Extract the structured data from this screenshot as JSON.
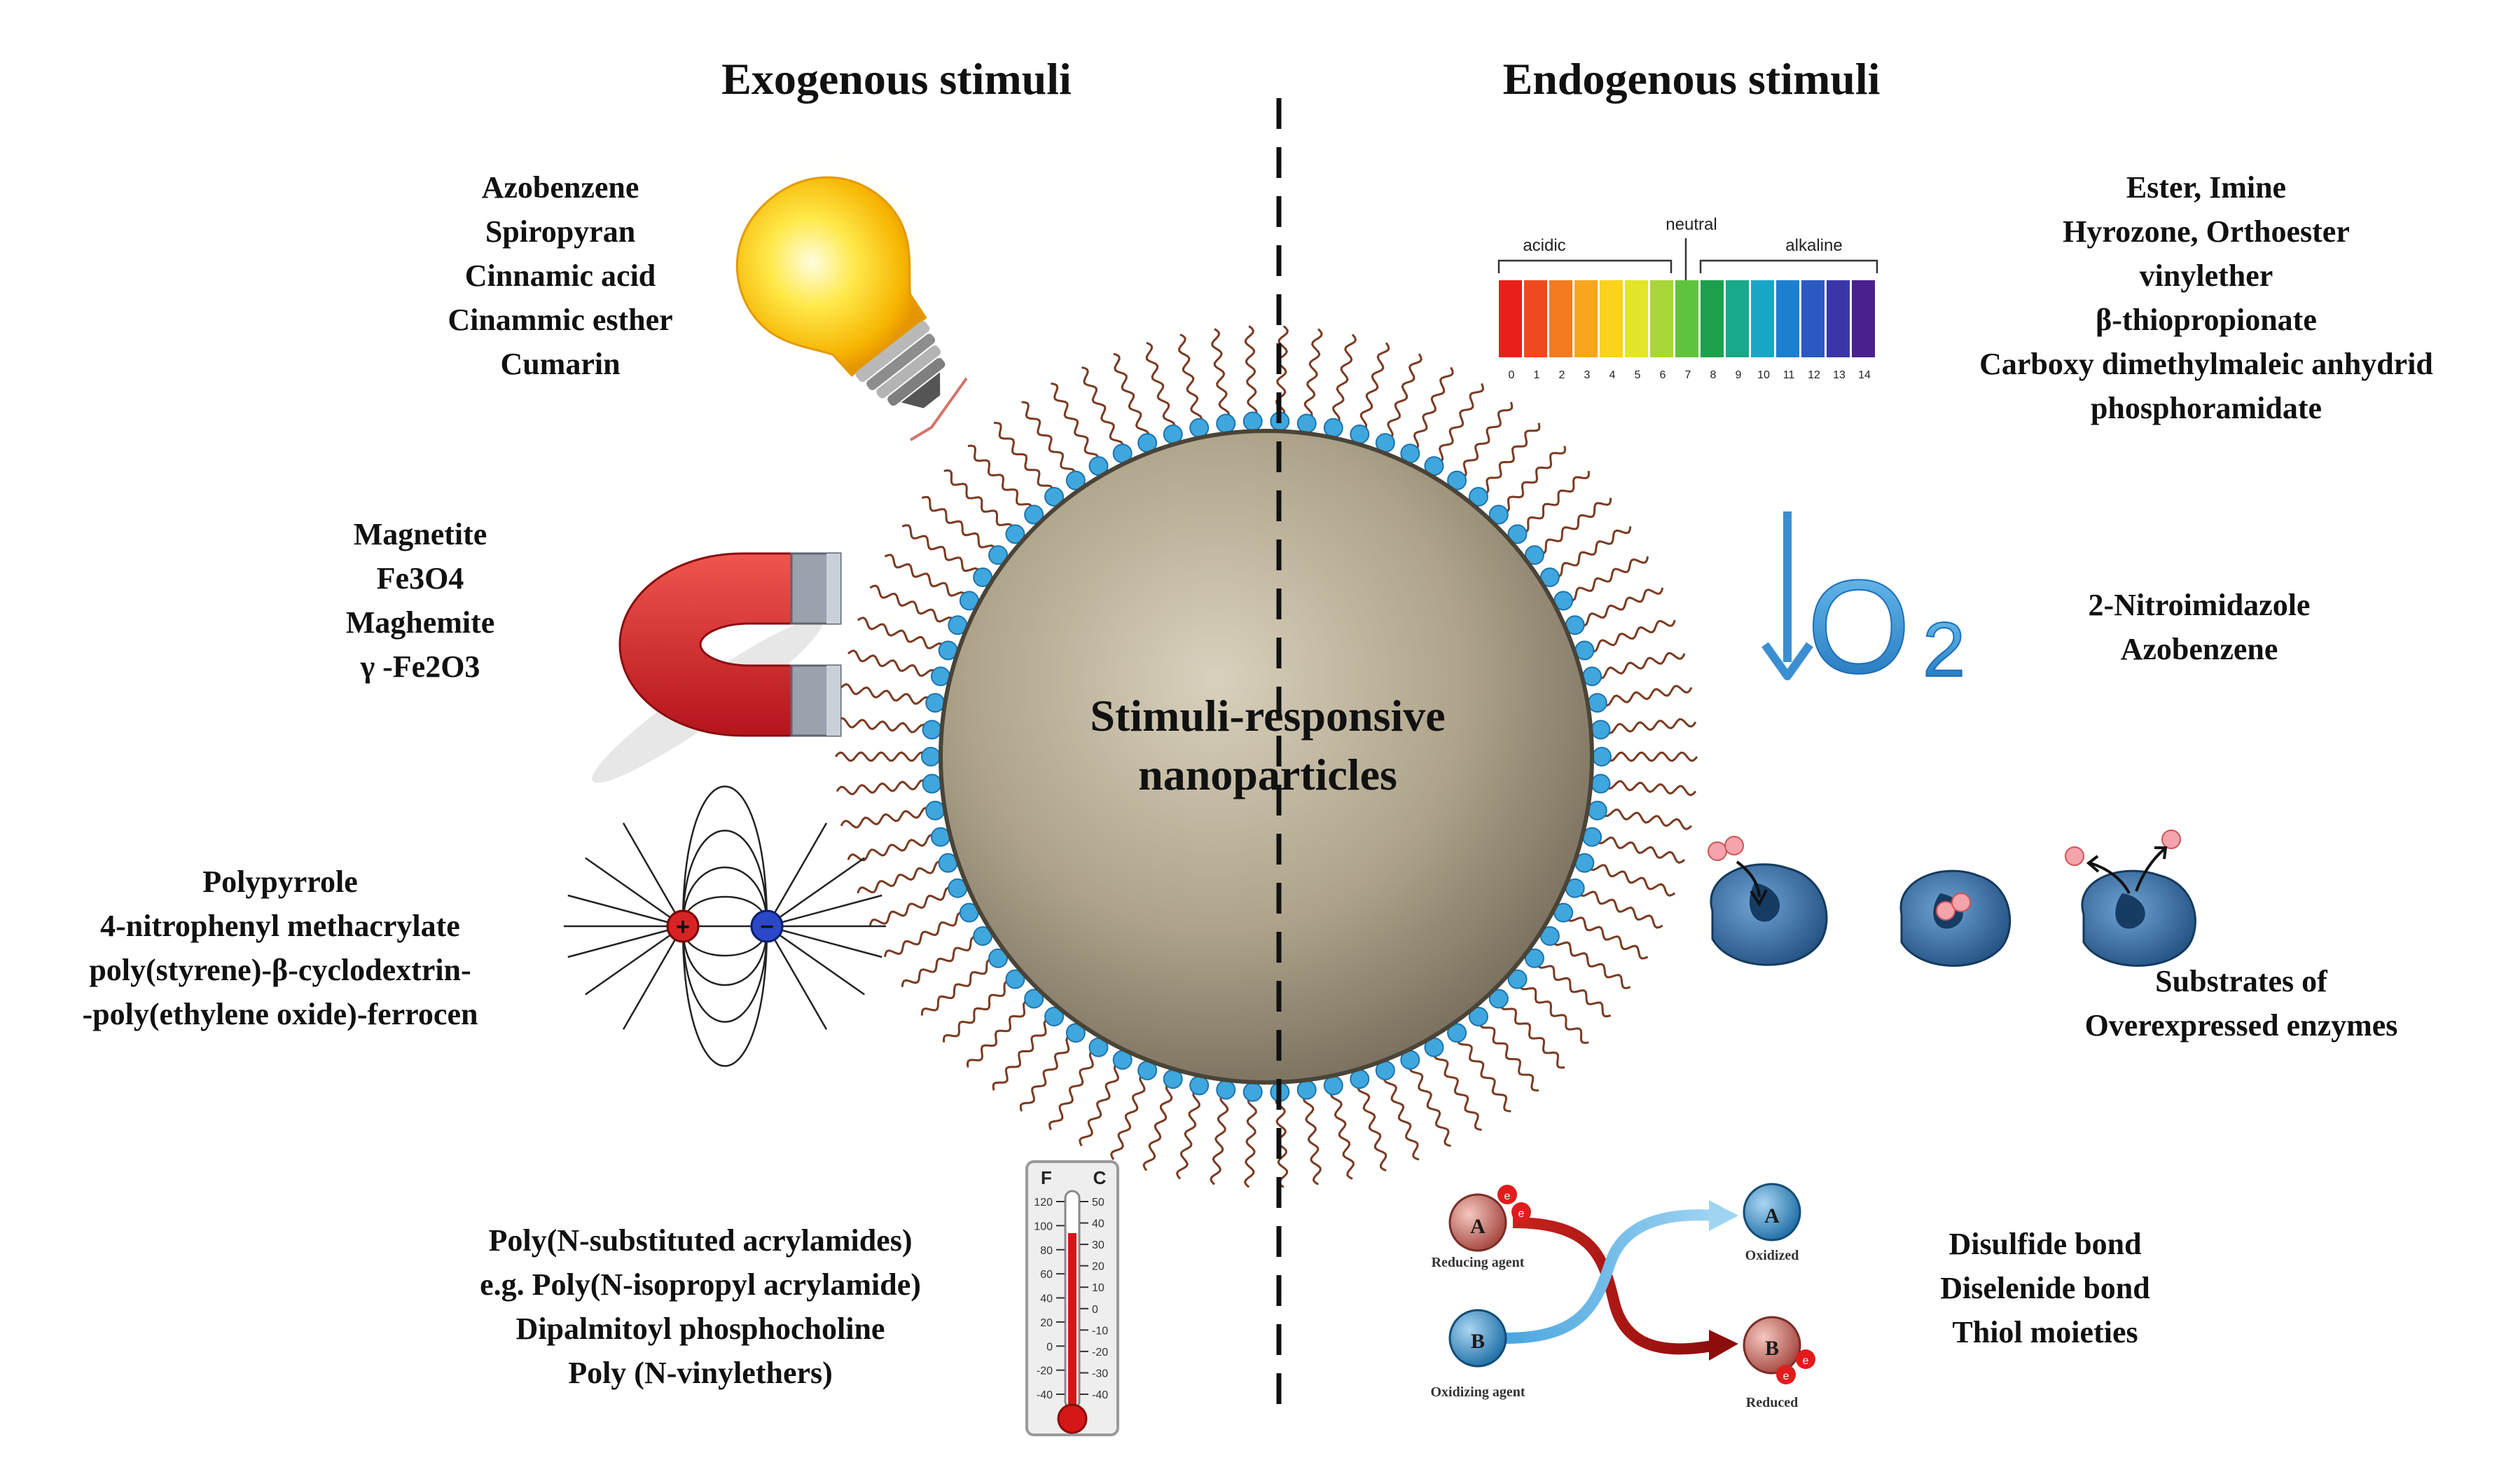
{
  "headings": {
    "exogenous": "Exogenous stimuli",
    "endogenous": "Endogenous stimuli"
  },
  "center_title": [
    "Stimuli-responsive",
    "nanoparticles"
  ],
  "exogenous": {
    "light": [
      "Azobenzene",
      "Spiropyran",
      "Cinnamic acid",
      "Cinammic esther",
      "Cumarin"
    ],
    "magnetic": [
      "Magnetite",
      "Fe3O4",
      "Maghemite",
      "γ -Fe2O3"
    ],
    "electric": [
      "Polypyrrole",
      "4-nitrophenyl methacrylate",
      "poly(styrene)-β-cyclodextrin-",
      "-poly(ethylene oxide)-ferrocen"
    ],
    "temperature": [
      "Poly(N-substituted acrylamides)",
      "e.g. Poly(N-isopropyl acrylamide)",
      "Dipalmitoyl phosphocholine",
      "Poly (N-vinylethers)"
    ]
  },
  "endogenous": {
    "ph": [
      "Ester, Imine",
      "Hyrozone, Orthoester",
      "vinylether",
      "β-thiopropionate",
      "Carboxy dimethylmaleic anhydrid",
      "phosphoramidate"
    ],
    "hypoxia": [
      "2-Nitroimidazole",
      "Azobenzene"
    ],
    "enzyme": [
      "Substrates of",
      "Overexpressed enzymes"
    ],
    "redox": [
      "Disulfide bond",
      "Diselenide bond",
      "Thiol moieties"
    ]
  },
  "ph_scale": {
    "acidic": "acidic",
    "neutral": "neutral",
    "alkaline": "alkaline",
    "ticks": [
      "0",
      "1",
      "2",
      "3",
      "4",
      "5",
      "6",
      "7",
      "8",
      "9",
      "10",
      "11",
      "12",
      "13",
      "14"
    ],
    "colors": [
      "#e8201b",
      "#ef4a1d",
      "#f47a1f",
      "#f9a51f",
      "#fbd21c",
      "#e3e52a",
      "#a9d737",
      "#5fc43d",
      "#1ca04c",
      "#17a98a",
      "#18a6c7",
      "#1d7fd0",
      "#2a59c1",
      "#3a36a8",
      "#4a208f"
    ]
  },
  "o2": {
    "symbol": "O",
    "subscript": "2",
    "arrow": "↓"
  },
  "thermometer": {
    "f_label": "F",
    "c_label": "C",
    "f_ticks": [
      "120",
      "100",
      "80",
      "60",
      "40",
      "20",
      "0",
      "-20",
      "-40"
    ],
    "c_ticks": [
      "50",
      "40",
      "30",
      "20",
      "10",
      "0",
      "-10",
      "-20",
      "-30",
      "-40"
    ]
  },
  "redox_diagram": {
    "node_a": "A",
    "node_b": "B",
    "electron": "e",
    "reducing_agent": "Reducing agent",
    "oxidized": "Oxidized",
    "oxidizing_agent": "Oxidizing agent",
    "reduced": "Reduced"
  },
  "dipole": {
    "plus": "+",
    "minus": "−"
  }
}
